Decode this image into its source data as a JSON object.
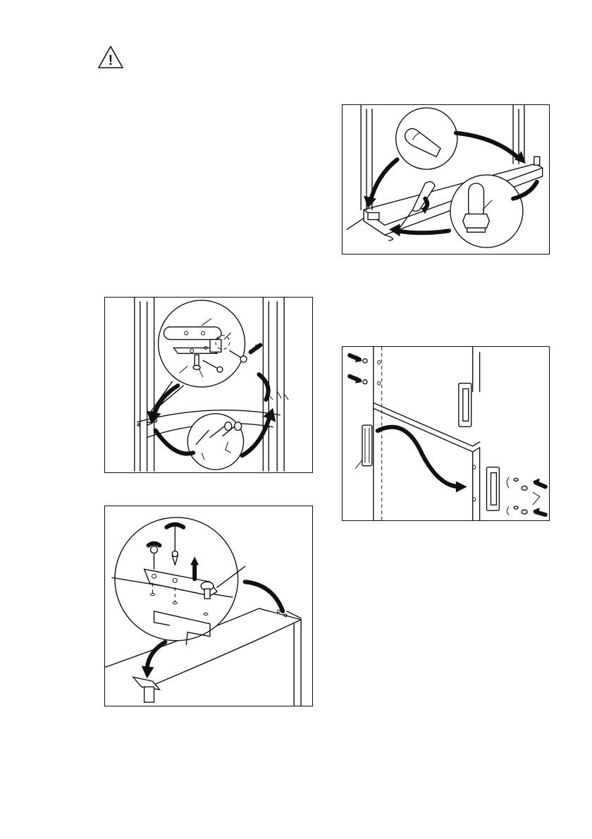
{
  "warning": {
    "icon": "warning-triangle-icon",
    "symbol": "!"
  },
  "figures": [
    {
      "id": "hinge-top",
      "icon": "hinge-cover-removal-illustration"
    },
    {
      "id": "hinge-plate",
      "icon": "hinge-plate-unscrew-illustration"
    },
    {
      "id": "feet",
      "icon": "adjustable-feet-illustration"
    },
    {
      "id": "handle",
      "icon": "door-handle-transfer-illustration"
    }
  ]
}
